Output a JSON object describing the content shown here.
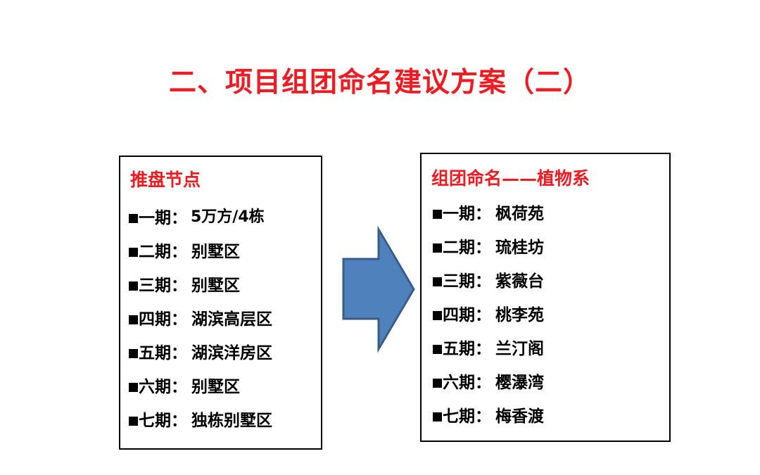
{
  "slide": {
    "title": "二、项目组团命名建议方案（二）",
    "title_color": "#ee1c22",
    "background_color": "#ffffff"
  },
  "left_panel": {
    "header": "推盘节点",
    "header_color": "#ee1c22",
    "border_color": "#000000",
    "bullet_glyph": "■",
    "items": [
      {
        "phase": "一期",
        "separator": "：",
        "value": "5万方/4栋",
        "emphasis": true
      },
      {
        "phase": "二期",
        "separator": "：",
        "value": "别墅区",
        "emphasis": false
      },
      {
        "phase": "三期",
        "separator": "：",
        "value": "别墅区",
        "emphasis": false
      },
      {
        "phase": "四期",
        "separator": "：",
        "value": "湖滨高层区",
        "emphasis": false
      },
      {
        "phase": "五期",
        "separator": "：",
        "value": "湖滨洋房区",
        "emphasis": false
      },
      {
        "phase": "六期",
        "separator": "：",
        "value": "别墅区",
        "emphasis": false
      },
      {
        "phase": "七期",
        "separator": "：",
        "value": "独栋别墅区",
        "emphasis": false
      }
    ]
  },
  "right_panel": {
    "header": "组团命名——植物系",
    "header_color": "#ee1c22",
    "border_color": "#000000",
    "bullet_glyph": "■",
    "items": [
      {
        "phase": "一期",
        "separator": "：",
        "value": "枫荷苑",
        "emphasis": false
      },
      {
        "phase": "二期",
        "separator": "：",
        "value": "琉桂坊",
        "emphasis": false
      },
      {
        "phase": "三期",
        "separator": "：",
        "value": "紫薇台",
        "emphasis": false
      },
      {
        "phase": "四期",
        "separator": "：",
        "value": "桃李苑",
        "emphasis": false
      },
      {
        "phase": "五期",
        "separator": "：",
        "value": "兰汀阁",
        "emphasis": false
      },
      {
        "phase": "六期",
        "separator": "：",
        "value": "樱瀑湾",
        "emphasis": false
      },
      {
        "phase": "七期",
        "separator": "：",
        "value": "梅香渡",
        "emphasis": false
      }
    ]
  },
  "arrow": {
    "icon": "right-arrow-icon",
    "direction": "right",
    "fill_color": "#4f81bd",
    "stroke_color": "#385d8a"
  }
}
